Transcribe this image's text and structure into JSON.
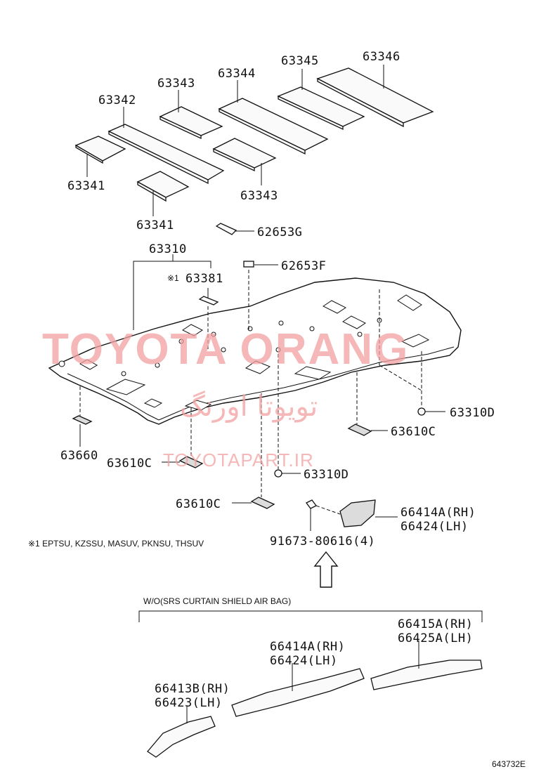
{
  "labels": {
    "p63341_a": "63341",
    "p63341_b": "63341",
    "p63342": "63342",
    "p63343_a": "63343",
    "p63343_b": "63343",
    "p63344": "63344",
    "p63345": "63345",
    "p63346": "63346",
    "p62653G": "62653G",
    "p62653F": "62653F",
    "p63310": "63310",
    "p63381": "63381",
    "note_mark": "※1",
    "p63660": "63660",
    "p63610C_a": "63610C",
    "p63610C_b": "63610C",
    "p63610C_c": "63610C",
    "p63310D_a": "63310D",
    "p63310D_b": "63310D",
    "p66414A_rh_top": "66414A(RH)",
    "p66424_lh_top": "66424(LH)",
    "p91673": "91673-80616(4)",
    "p66415A_rh": "66415A(RH)",
    "p66425A_lh": "66425A(LH)",
    "p66414A_rh_bot": "66414A(RH)",
    "p66424_lh_bot": "66424(LH)",
    "p66413B_rh": "66413B(RH)",
    "p66423_lh": "66423(LH)"
  },
  "footnote": "※1 EPTSU, KZSSU, MASUV, PKNSU, THSUV",
  "variant_caption": "W/O(SRS CURTAIN SHIELD AIR BAG)",
  "figure_id": "643732E",
  "watermark": {
    "main": "TOYOTA ORANG",
    "persian": "تویوتا اورنگ",
    "url": "TOYOTAPART.IR",
    "color": "#f2a0a0"
  }
}
